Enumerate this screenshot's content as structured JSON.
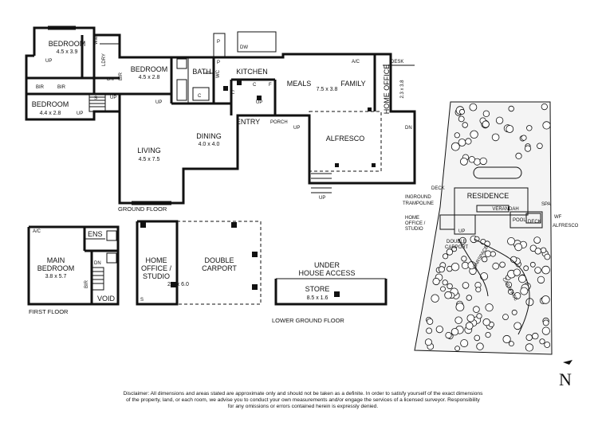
{
  "ground_floor": {
    "title": "GROUND FLOOR",
    "rooms": {
      "bedroom1": {
        "name": "BEDROOM",
        "size": "4.5 x 3.9"
      },
      "bedroom2": {
        "name": "BEDROOM",
        "size": "4.5 x 2.8"
      },
      "bedroom3": {
        "name": "BEDROOM",
        "size": "4.4 x 2.8"
      },
      "living": {
        "name": "LIVING",
        "size": "4.5 x 7.5"
      },
      "dining": {
        "name": "DINING",
        "size": "4.0 x 4.0"
      },
      "meals": {
        "name": "MEALS",
        "size": "7.5 x 3.8"
      },
      "family": {
        "name": "FAMILY"
      },
      "home_office": {
        "name": "HOME OFFICE",
        "size": "2.3 x 3.8"
      },
      "kitchen": {
        "name": "KITCHEN"
      },
      "bath": {
        "name": "BATH"
      },
      "entry": {
        "name": "ENTRY"
      },
      "alfresco": {
        "name": "ALFRESCO"
      }
    },
    "labels": {
      "ldry": "LDRY",
      "wm": "WM",
      "bir": "BIR",
      "desk": "DESK",
      "ac": "A/C",
      "dw": "DW",
      "wc": "WC",
      "s": "S",
      "p": "P",
      "c": "C",
      "f": "F",
      "up": "UP",
      "dn": "DN",
      "porch": "PORCH"
    }
  },
  "first_floor": {
    "title": "FIRST FLOOR",
    "main_bedroom": {
      "name": "MAIN",
      "name2": "BEDROOM",
      "size": "3.8 x 5.7"
    },
    "ens": "ENS",
    "void": "VOID",
    "bir": "BIR",
    "ac": "A/C",
    "dn": "DN"
  },
  "lower_ground": {
    "title": "LOWER GROUND FLOOR",
    "studio": {
      "line1": "HOME",
      "line2": "OFFICE /",
      "line3": "STUDIO",
      "size": "2.8 x 6.0"
    },
    "carport": {
      "line1": "DOUBLE",
      "line2": "CARPORT"
    },
    "under": {
      "line1": "UNDER",
      "line2": "HOUSE ACCESS"
    },
    "store": {
      "name": "STORE",
      "size": "8.5 x 1.6"
    },
    "s": "S"
  },
  "site_plan": {
    "residence": "RESIDENCE",
    "verandah": "VERANDAH",
    "deck_top": "DECK",
    "trampoline": {
      "line1": "INGROUND",
      "line2": "TRAMPOLINE"
    },
    "studio": {
      "line1": "HOME",
      "line2": "OFFICE /",
      "line3": "STUDIO"
    },
    "carport": {
      "line1": "DOUBLE",
      "line2": "CARPORT"
    },
    "spa": "SPA",
    "pool": "POOL",
    "deck": "DECK",
    "wf": "WF",
    "alfresco": "ALFRESCO",
    "carspace1": "CARSPACE",
    "carspace2": "CARSPACE",
    "up": "UP"
  },
  "compass": {
    "letter": "N"
  },
  "disclaimer": {
    "line1": "Disclaimer: All dimensions and areas stated are approximate only and should not be taken as a definite. In order to satisfy yourself of the exact dimensions",
    "line2": "of the property, land, or each room, we advise you to conduct your own measurements and/or engage the services of a licensed surveyor. Responsibility",
    "line3": "for any omissions or errors contained herein is expressly denied."
  }
}
